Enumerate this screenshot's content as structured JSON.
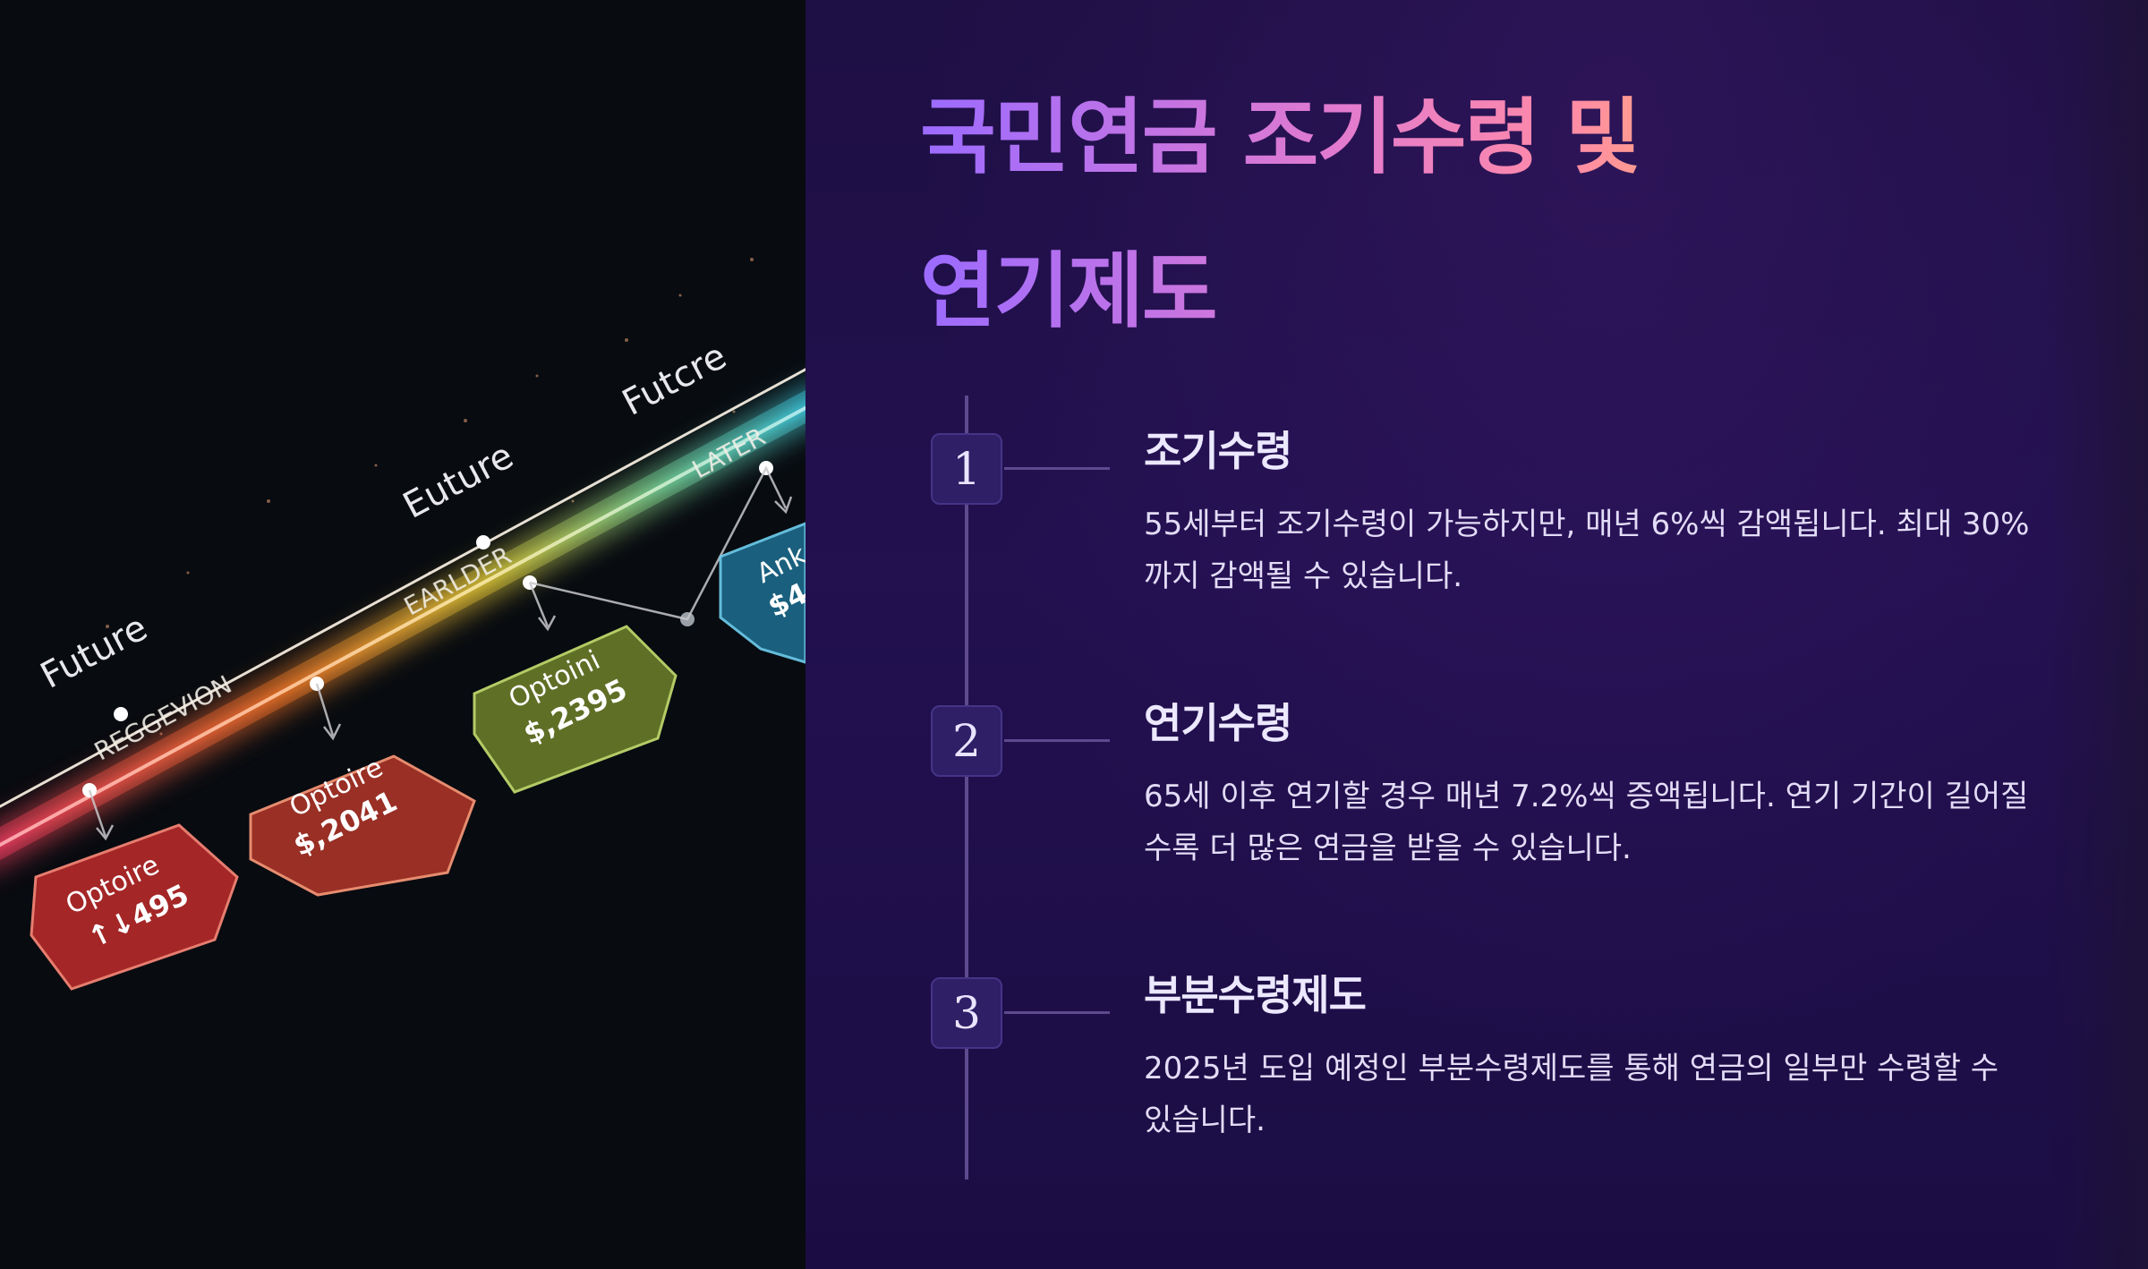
{
  "illustration": {
    "labels": [
      "Future",
      "Euture",
      "Futcre",
      "REGGEVION",
      "EARLDER",
      "LATER"
    ],
    "cards": [
      {
        "label": "Optoire",
        "value": "↑↓495"
      },
      {
        "label": "Optoire",
        "value": "$,2041"
      },
      {
        "label": "Optoini",
        "value": "$,2395"
      },
      {
        "label": "Ank",
        "value": "$4"
      }
    ]
  },
  "slide": {
    "title_line1": "국민연금 조기수령 및",
    "title_line2": "연기제도",
    "steps": [
      {
        "number": "1",
        "title": "조기수령",
        "description": "55세부터 조기수령이 가능하지만, 매년 6%씩 감액됩니다. 최대 30%까지 감액될 수 있습니다."
      },
      {
        "number": "2",
        "title": "연기수령",
        "description": "65세 이후 연기할 경우 매년 7.2%씩 증액됩니다. 연기 기간이 길어질수록 더 많은 연금을 받을 수 있습니다."
      },
      {
        "number": "3",
        "title": "부분수령제도",
        "description": "2025년 도입 예정인 부분수령제도를 통해 연금의 일부만 수령할 수 있습니다."
      }
    ]
  },
  "colors": {
    "panel_bg": "#21104c",
    "title_gradient": [
      "#9b6bff",
      "#e07ad0",
      "#ff8aa8",
      "#ffb36a"
    ],
    "badge_bg": "#2e1f66",
    "timeline": "#5d4a8f"
  }
}
